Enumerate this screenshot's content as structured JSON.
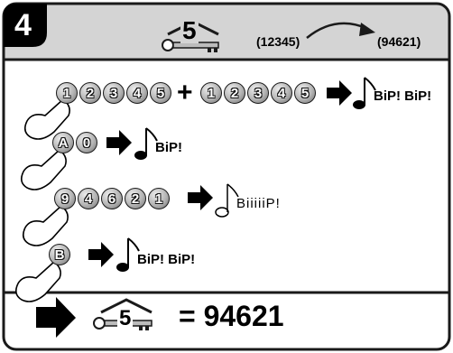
{
  "step": {
    "number": "4"
  },
  "header": {
    "old_code": "(12345)",
    "new_code": "(94621)",
    "key_number": "5"
  },
  "rows": [
    {
      "keys_a": [
        "1",
        "2",
        "3",
        "4",
        "5"
      ],
      "plus": "+",
      "keys_b": [
        "1",
        "2",
        "3",
        "4",
        "5"
      ],
      "sound": "BiP! BiP!"
    },
    {
      "keys": [
        "A",
        "0"
      ],
      "sound": "BiP!"
    },
    {
      "keys": [
        "9",
        "4",
        "6",
        "2",
        "1"
      ],
      "sound": "BiiiiiP!"
    },
    {
      "keys": [
        "B"
      ],
      "sound": "BiP! BiP!"
    }
  ],
  "result": {
    "key_number": "5",
    "text": "= 94621"
  },
  "colors": {
    "frame": "#1a1a1a",
    "header_bg": "#d4d4d4",
    "badge_bg": "#000000",
    "key_fill": "#b4b4b4"
  },
  "icons": [
    "step-badge",
    "remote-key-icon",
    "curved-arrow-icon",
    "arrow-right-icon",
    "music-note-icon",
    "hand-pointer-icon"
  ]
}
